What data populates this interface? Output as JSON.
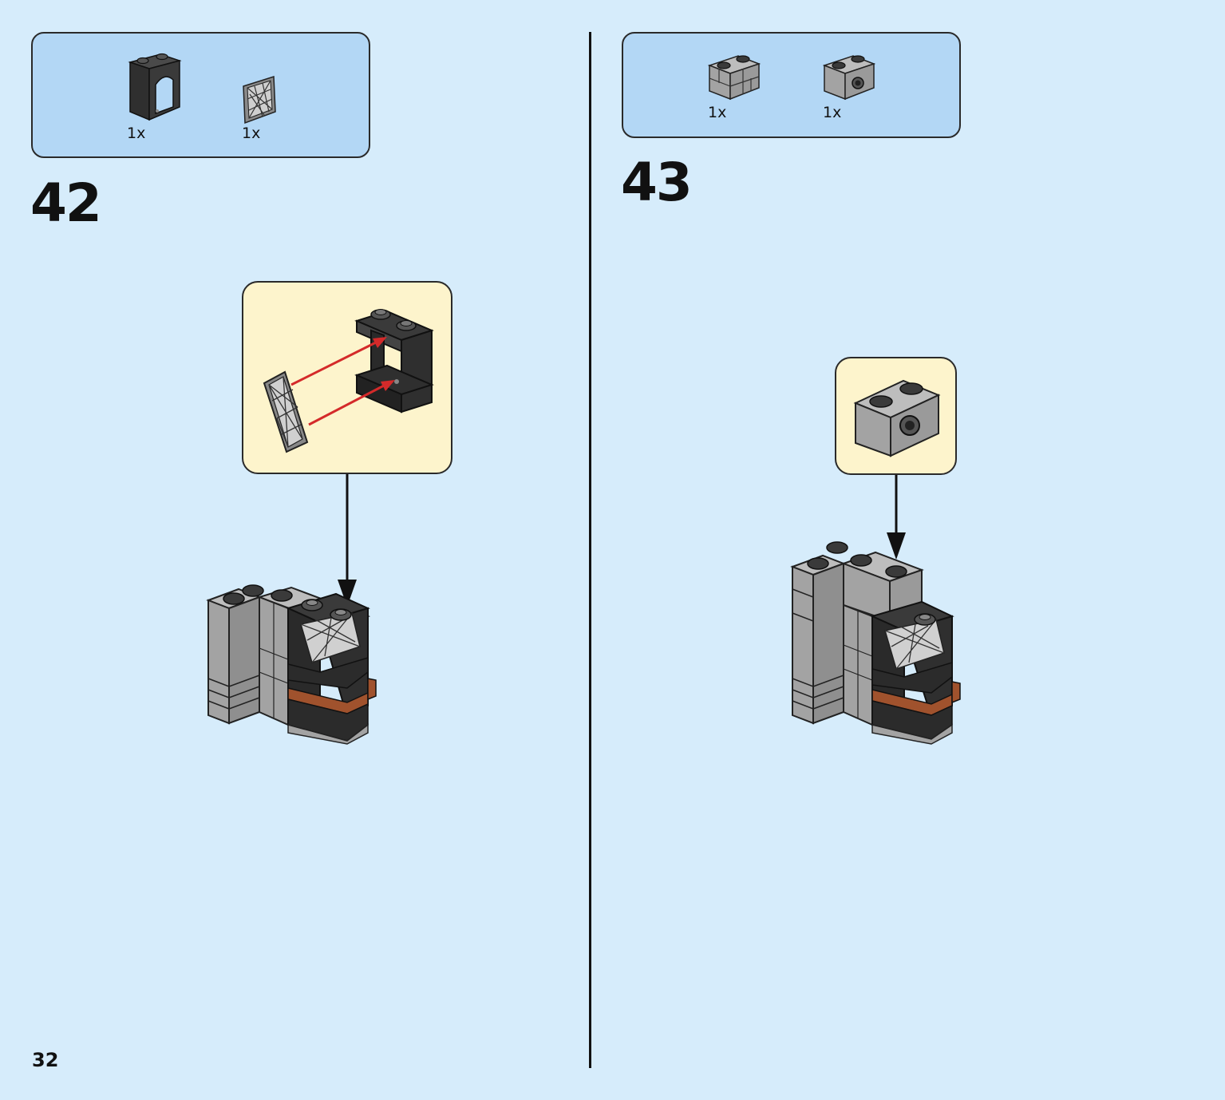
{
  "page": {
    "number": "32"
  },
  "steps": [
    {
      "number": "42",
      "parts": [
        {
          "icon": "black-window-frame-icon",
          "qty": "1x"
        },
        {
          "icon": "lattice-glass-pane-icon",
          "qty": "1x"
        }
      ],
      "callout": {
        "icon": "window-assembly-icon",
        "arrow_color": "#d42a2a"
      },
      "model": {
        "icon": "wall-with-window-model-icon"
      }
    },
    {
      "number": "43",
      "parts": [
        {
          "icon": "masonry-brick-icon",
          "qty": "1x"
        },
        {
          "icon": "technic-brick-icon",
          "qty": "1x"
        }
      ],
      "callout": {
        "icon": "technic-brick-icon"
      },
      "model": {
        "icon": "wall-with-window-model-icon"
      }
    }
  ],
  "colors": {
    "background": "#d6ecfb",
    "parts_box": "#b3d7f5",
    "callout": "#fdf4cc",
    "brick_gray": "#a3a3a3",
    "brick_dark": "#2b2b2b",
    "brick_brown": "#a0522d",
    "arrow_red": "#d42a2a"
  }
}
